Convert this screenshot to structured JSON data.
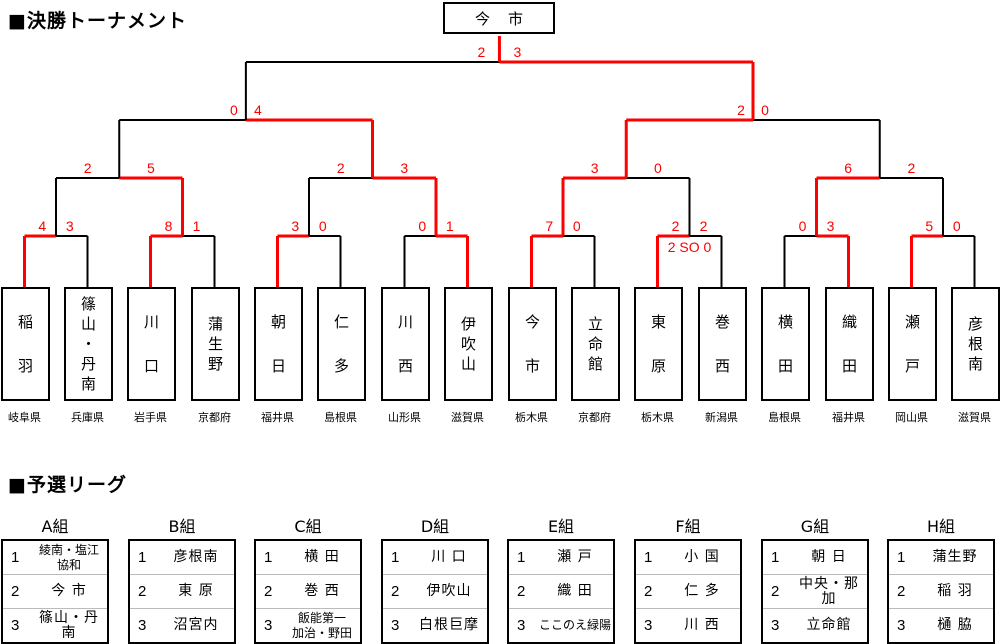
{
  "titles": {
    "tournament": "■決勝トーナメント",
    "league": "■予選リーグ"
  },
  "champion": "今市",
  "teams": [
    {
      "name": "稲羽",
      "prefecture": "岐阜県"
    },
    {
      "name": "篠山・丹南",
      "prefecture": "兵庫県"
    },
    {
      "name": "川口",
      "prefecture": "岩手県"
    },
    {
      "name": "蒲生野",
      "prefecture": "京都府"
    },
    {
      "name": "朝日",
      "prefecture": "福井県"
    },
    {
      "name": "仁多",
      "prefecture": "島根県"
    },
    {
      "name": "川西",
      "prefecture": "山形県"
    },
    {
      "name": "伊吹山",
      "prefecture": "滋賀県"
    },
    {
      "name": "今市",
      "prefecture": "栃木県"
    },
    {
      "name": "立命館",
      "prefecture": "京都府"
    },
    {
      "name": "東原",
      "prefecture": "栃木県"
    },
    {
      "name": "巻西",
      "prefecture": "新潟県"
    },
    {
      "name": "横田",
      "prefecture": "島根県"
    },
    {
      "name": "織田",
      "prefecture": "福井県"
    },
    {
      "name": "瀬戸",
      "prefecture": "岡山県"
    },
    {
      "name": "彦根南",
      "prefecture": "滋賀県"
    }
  ],
  "rounds": {
    "round1": [
      {
        "scores": [
          "4",
          "3"
        ],
        "winner": 0
      },
      {
        "scores": [
          "8",
          "1"
        ],
        "winner": 0
      },
      {
        "scores": [
          "3",
          "0"
        ],
        "winner": 0
      },
      {
        "scores": [
          "0",
          "1"
        ],
        "winner": 1
      },
      {
        "scores": [
          "7",
          "0"
        ],
        "winner": 0
      },
      {
        "scores": [
          "2",
          "2"
        ],
        "winner": 0,
        "shootout": "2 SO 0"
      },
      {
        "scores": [
          "0",
          "3"
        ],
        "winner": 1
      },
      {
        "scores": [
          "5",
          "0"
        ],
        "winner": 0
      }
    ],
    "quarterfinal": [
      {
        "scores": [
          "2",
          "5"
        ],
        "winner": 1
      },
      {
        "scores": [
          "2",
          "3"
        ],
        "winner": 1
      },
      {
        "scores": [
          "3",
          "0"
        ],
        "winner": 0
      },
      {
        "scores": [
          "6",
          "2"
        ],
        "winner": 0
      }
    ],
    "semifinal": [
      {
        "scores": [
          "0",
          "4"
        ],
        "winner": 1
      },
      {
        "scores": [
          "2",
          "0"
        ],
        "winner": 0
      }
    ],
    "final": [
      {
        "scores": [
          "2",
          "3"
        ],
        "winner": 1
      }
    ]
  },
  "groups": [
    {
      "label": "A組",
      "rows": [
        {
          "rank": "1",
          "name": "綾南・塩江\n協和"
        },
        {
          "rank": "2",
          "name": "今 市"
        },
        {
          "rank": "3",
          "name": "篠山・丹南"
        }
      ]
    },
    {
      "label": "B組",
      "rows": [
        {
          "rank": "1",
          "name": "彦根南"
        },
        {
          "rank": "2",
          "name": "東 原"
        },
        {
          "rank": "3",
          "name": "沼宮内"
        }
      ]
    },
    {
      "label": "C組",
      "rows": [
        {
          "rank": "1",
          "name": "横 田"
        },
        {
          "rank": "2",
          "name": "巻 西"
        },
        {
          "rank": "3",
          "name": "飯能第一\n加治・野田"
        }
      ]
    },
    {
      "label": "D組",
      "rows": [
        {
          "rank": "1",
          "name": "川 口"
        },
        {
          "rank": "2",
          "name": "伊吹山"
        },
        {
          "rank": "3",
          "name": "白根巨摩"
        }
      ]
    },
    {
      "label": "E組",
      "rows": [
        {
          "rank": "1",
          "name": "瀬 戸"
        },
        {
          "rank": "2",
          "name": "織 田"
        },
        {
          "rank": "3",
          "name": "ここのえ緑陽"
        }
      ]
    },
    {
      "label": "F組",
      "rows": [
        {
          "rank": "1",
          "name": "小 国"
        },
        {
          "rank": "2",
          "name": "仁 多"
        },
        {
          "rank": "3",
          "name": "川 西"
        }
      ]
    },
    {
      "label": "G組",
      "rows": [
        {
          "rank": "1",
          "name": "朝 日"
        },
        {
          "rank": "2",
          "name": "中央・那加"
        },
        {
          "rank": "3",
          "name": "立命館"
        }
      ]
    },
    {
      "label": "H組",
      "rows": [
        {
          "rank": "1",
          "name": "蒲生野"
        },
        {
          "rank": "2",
          "name": "稲 羽"
        },
        {
          "rank": "3",
          "name": "樋 脇"
        }
      ]
    }
  ],
  "colors": {
    "winner_line": "#ff0000",
    "loser_line": "#000000",
    "score_text": "#ff0000"
  }
}
